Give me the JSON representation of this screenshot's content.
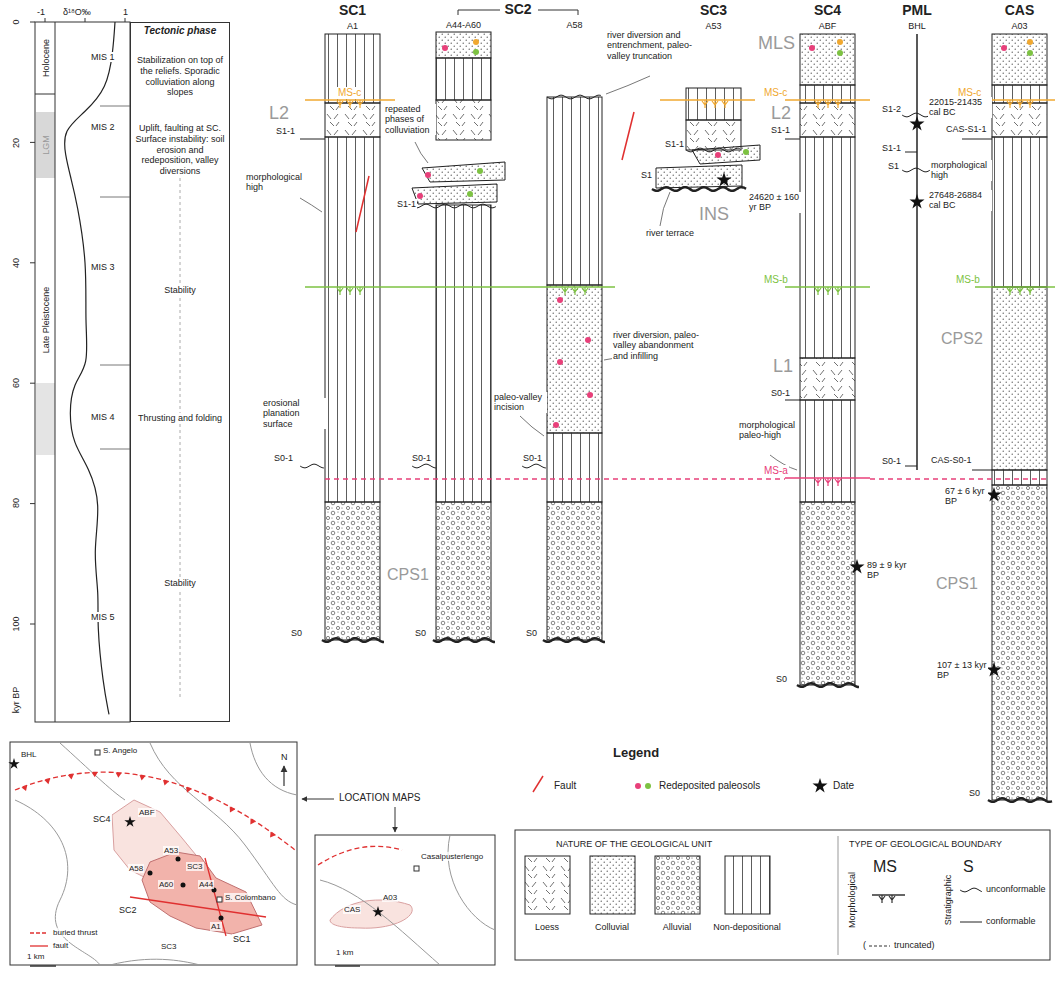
{
  "diagram": {
    "nodes": [
      {
        "text": [
          "Tectonic phase",
          "Stabilization on top of the reliefs. Sporadic colluviation along slopes",
          "Uplift, faulting at SC. Surface instability: soil erosion and redeposition, valley diversions",
          "Stability",
          "Thrusting and folding",
          "Stability"
        ]
      },
      {
        "text": [
          "SC1",
          "A1"
        ]
      },
      {
        "text": [
          "A44-A60"
        ]
      },
      {
        "text": [
          "A58"
        ]
      },
      {
        "text": [
          "SC3",
          "A53"
        ]
      },
      {
        "text": [
          "SC4",
          "ABF"
        ]
      },
      {
        "text": [
          "PML",
          "BHL"
        ]
      },
      {
        "text": [
          "CAS",
          "A03"
        ]
      }
    ],
    "labels": [
      "-1",
      "δ¹⁸O‰",
      "1",
      "0",
      "20",
      "40",
      "60",
      "80",
      "100",
      "kyr BP",
      "Holocene",
      "LGM",
      "Late Pleistocene",
      "MIS 1",
      "MIS 2",
      "MIS 3",
      "MIS 4",
      "MIS 5",
      "SC2",
      "MS-c",
      "L2",
      "S1-1",
      "morphological high",
      "erosional planation surface",
      "S0-1",
      "CPS1",
      "S0",
      "repeated phases of colluviation",
      "S1-1",
      "S0-1",
      "S0",
      "river diversion and entrenchment, paleo-valley truncation",
      "river diversion, paleo-valley abandonment and infilling",
      "paleo-valley incision",
      "S0-1",
      "S0",
      "S1-1",
      "S1",
      "24620 ± 160 yr BP",
      "INS",
      "river terrace",
      "MLS",
      "MS-c",
      "L2",
      "S1-1",
      "MS-b",
      "L1",
      "S0-1",
      "morphological paleo-high",
      "MS-a",
      "89 ± 9 kyr BP",
      "S0",
      "S1-2",
      "22015-21435 cal BC",
      "S1-1",
      "S1",
      "27648-26884 cal BC",
      "S0-1",
      "MS-c",
      "CAS-S1-1",
      "morphological high",
      "MS-b",
      "CPS2",
      "CAS-S0-1",
      "67 ± 6 kyr BP",
      "CPS1",
      "107 ± 13 kyr BP",
      "S0",
      "LOCATION MAPS",
      "NATURE OF THE GEOLOGICAL UNIT",
      "TYPE OF GEOLOGICAL BOUNDARY",
      "Morphological",
      "MS",
      "(",
      "truncated)",
      "Stratigraphic",
      "S",
      "Legend",
      "BHL",
      "S. Angelo",
      "N",
      "SC4",
      "ABF",
      "A58",
      "A53",
      "SC3",
      "A60",
      "A44",
      "S. Colombano",
      "A1",
      "SC2",
      "SC1",
      "SC3",
      "1 km",
      "CAS",
      "A03",
      "Casalpusterlengo",
      "1 km"
    ],
    "legend": [
      {
        "text": "Fault"
      },
      {
        "text": "Redeposited paleosols"
      },
      {
        "text": "Date"
      },
      {
        "text": "Loess"
      },
      {
        "text": "Colluvial"
      },
      {
        "text": "Alluvial"
      },
      {
        "text": "Non-depositional"
      },
      {
        "text": "unconformable"
      },
      {
        "text": "conformable"
      },
      {
        "text": "buried thrust"
      },
      {
        "text": "fault"
      }
    ]
  }
}
